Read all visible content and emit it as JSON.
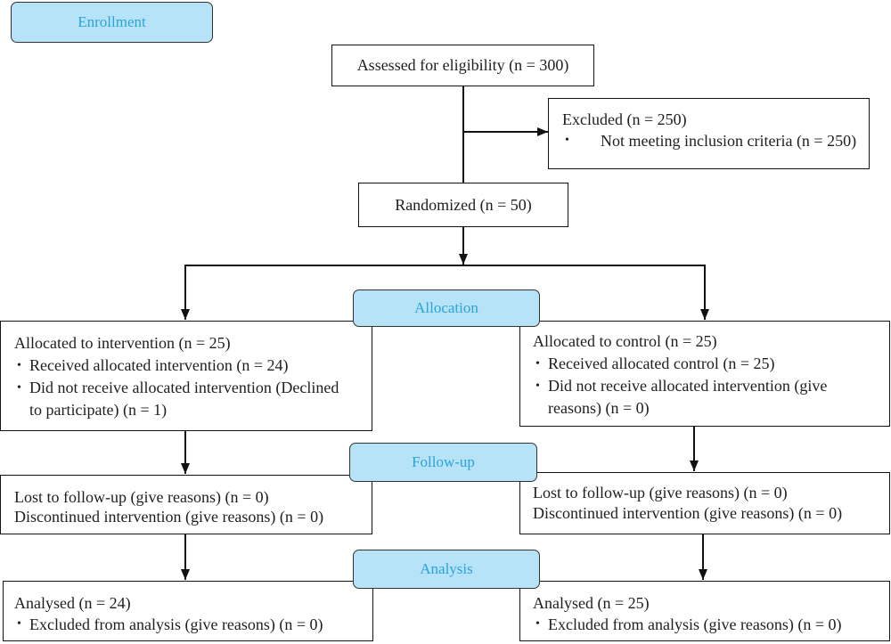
{
  "stages": {
    "enrollment": "Enrollment",
    "allocation": "Allocation",
    "follow_up": "Follow-up",
    "analysis": "Analysis"
  },
  "enrollment": {
    "assessed": "Assessed for eligibility (n = 300)",
    "excluded": {
      "title": "Excluded (n = 250)",
      "items": [
        "Not meeting inclusion criteria (n = 250)"
      ]
    },
    "randomized": "Randomized (n = 50)"
  },
  "allocation": {
    "intervention": {
      "title": "Allocated to intervention (n = 25)",
      "items": [
        "Received allocated intervention (n = 24)",
        "Did not receive allocated intervention (Declined to participate) (n = 1)"
      ]
    },
    "control": {
      "title": "Allocated to control (n = 25)",
      "items": [
        "Received allocated control (n = 25)",
        "Did not receive allocated intervention (give reasons) (n = 0)"
      ]
    }
  },
  "follow_up": {
    "intervention": {
      "lines": [
        "Lost to follow-up (give reasons) (n = 0)",
        "Discontinued intervention (give reasons) (n = 0)"
      ]
    },
    "control": {
      "lines": [
        "Lost to follow-up (give reasons) (n = 0)",
        "Discontinued intervention (give reasons) (n = 0)"
      ]
    }
  },
  "analysis": {
    "intervention": {
      "title": "Analysed (n = 24)",
      "items": [
        "Excluded from analysis (give reasons) (n = 0)"
      ]
    },
    "control": {
      "title": "Analysed (n = 25)",
      "items": [
        "Excluded from analysis (give reasons) (n = 0)"
      ]
    }
  },
  "colors": {
    "stage_fill": "#b7e3f9",
    "stage_text": "#2aa3d8",
    "line": "#111111"
  }
}
